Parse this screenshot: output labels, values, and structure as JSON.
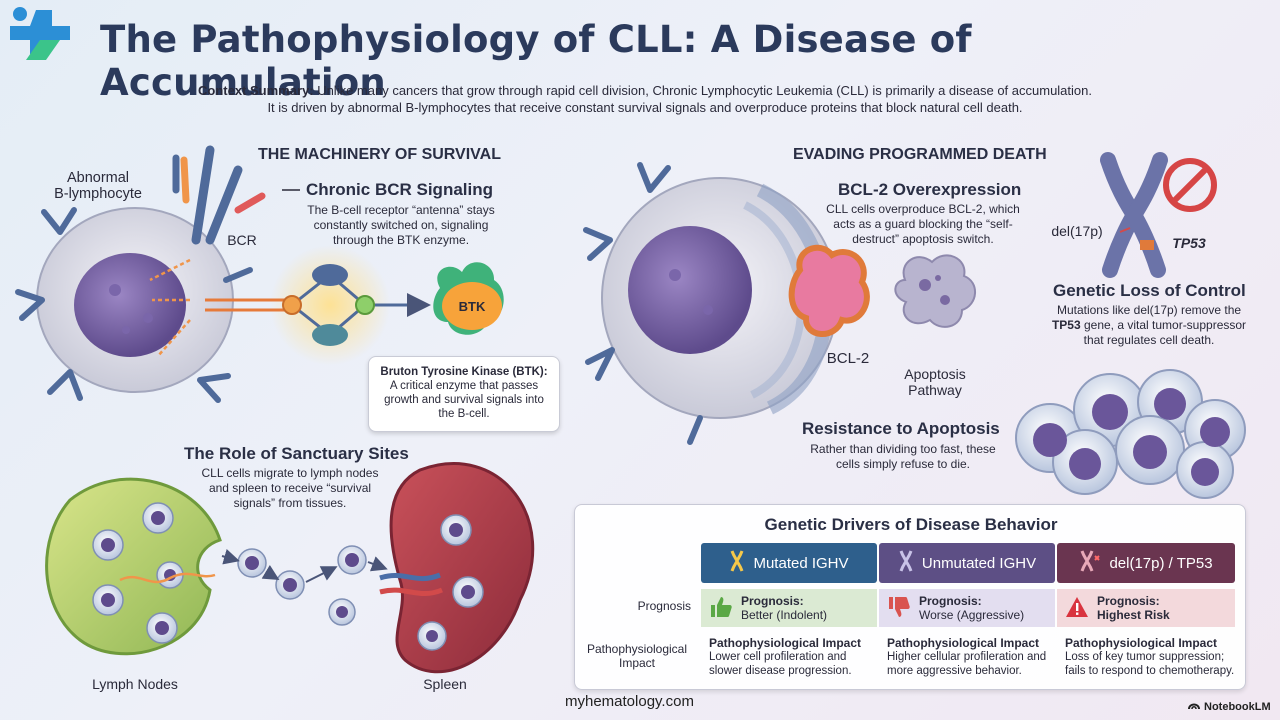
{
  "header": {
    "title": "The Pathophysiology of CLL: A Disease of Accumulation",
    "summary_label": "Context Summary:",
    "summary_line1": "Unlike many cancers that grow through rapid cell division, Chronic Lymphocytic Leukemia (CLL) is primarily a disease of accumulation.",
    "summary_line2": "It is driven by abnormal B-lymphocytes that receive constant survival signals and overproduce proteins that block natural cell death."
  },
  "survival": {
    "heading": "THE MACHINERY OF SURVIVAL",
    "cell_label": "Abnormal\nB-lymphocyte",
    "bcr_label": "BCR",
    "btk_label": "BTK",
    "signaling_title": "Chronic BCR Signaling",
    "signaling_text": "The B-cell receptor “antenna” stays constantly switched on, signaling through the BTK enzyme.",
    "callout_title": "Bruton Tyrosine Kinase (BTK):",
    "callout_text": "A critical enzyme that passes growth and survival signals into the B-cell."
  },
  "evading": {
    "heading": "EVADING PROGRAMMED DEATH",
    "bcl2_title": "BCL-2 Overexpression",
    "bcl2_text": "CLL cells overproduce BCL-2, which acts as a guard blocking the “self-destruct” apoptosis switch.",
    "bcl2_label": "BCL-2",
    "apoptosis_label": "Apoptosis\nPathway",
    "resist_title": "Resistance to Apoptosis",
    "resist_text": "Rather than dividing too fast, these cells simply refuse to die.",
    "del_label": "del(17p)",
    "tp53_label": "TP53",
    "genetic_title": "Genetic Loss of Control",
    "genetic_text_pre": "Mutations like del(17p) remove the",
    "genetic_text_bold": "TP53",
    "genetic_text_post": "gene, a vital tumor-suppressor that regulates cell death."
  },
  "sanctuary": {
    "title": "The Role of Sanctuary Sites",
    "text": "CLL cells migrate to lymph nodes and spleen to receive “survival signals” from tissues.",
    "lymph_label": "Lymph Nodes",
    "spleen_label": "Spleen"
  },
  "drivers": {
    "title": "Genetic Drivers of Disease Behavior",
    "row_prognosis": "Prognosis",
    "row_impact": "Pathophysiological\nImpact",
    "columns": [
      {
        "header": "Mutated IGHV",
        "color": "#2e5f8c",
        "prog_color": "#dbead3",
        "icon": "thumbs-up-icon",
        "prog_label": "Prognosis:",
        "prog_value": "Better (Indolent)",
        "impact_title": "Pathophysiological Impact",
        "impact_text": "Lower cell profileration and slower disease progression."
      },
      {
        "header": "Unmutated IGHV",
        "color": "#5d4f85",
        "prog_color": "#e3def0",
        "icon": "thumbs-down-icon",
        "prog_label": "Prognosis:",
        "prog_value": "Worse (Aggressive)",
        "impact_title": "Pathophysiological Impact",
        "impact_text": "Higher cellular profileration and more aggressive behavior."
      },
      {
        "header": "del(17p) / TP53",
        "color": "#6a3550",
        "prog_color": "#f3d9dc",
        "icon": "warning-icon",
        "prog_label": "Prognosis:",
        "prog_value": "Highest Risk",
        "impact_title": "Pathophysiological Impact",
        "impact_text": "Loss of key tumor suppression; fails to respond to chemotherapy."
      }
    ]
  },
  "footer": {
    "site": "myhematology.com",
    "brand": "NotebookLM"
  }
}
